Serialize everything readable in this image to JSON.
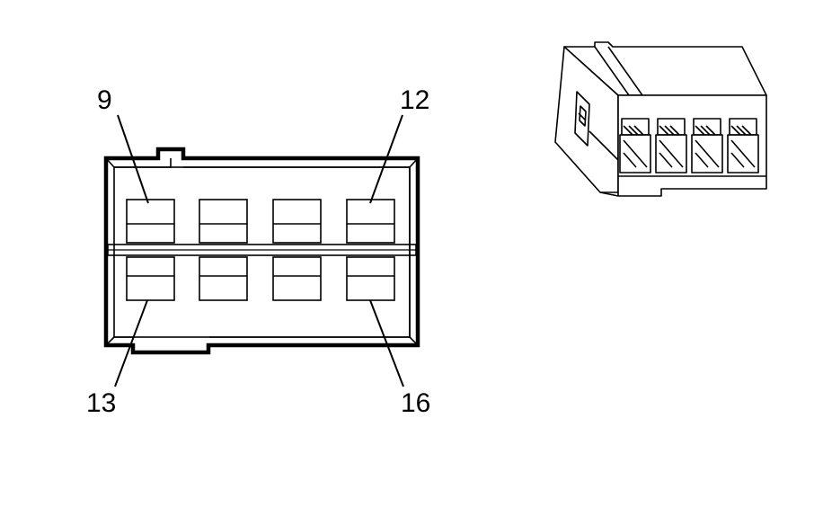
{
  "diagram": {
    "labels": {
      "pin_9": "9",
      "pin_12": "12",
      "pin_13": "13",
      "pin_16": "16"
    },
    "colors": {
      "line": "#000000",
      "fill": "#ffffff"
    },
    "connector": {
      "pins_per_row": 4,
      "rows": 2
    }
  }
}
